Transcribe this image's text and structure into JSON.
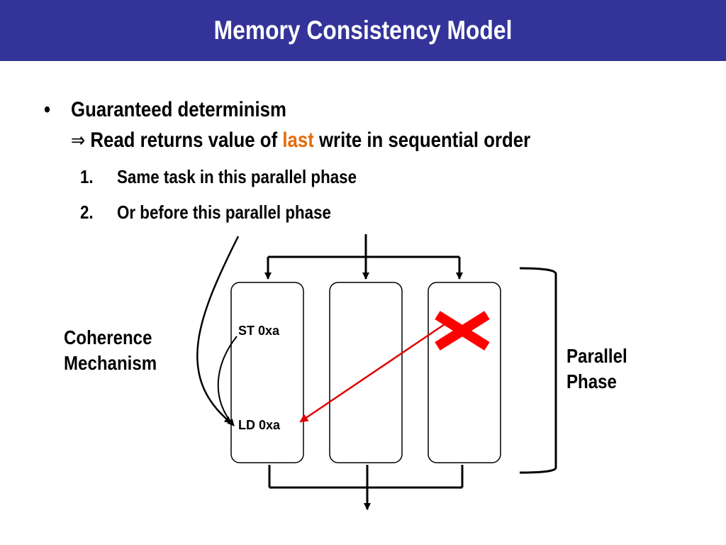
{
  "slide": {
    "title": "Memory Consistency Model",
    "bullet": {
      "marker": "•",
      "heading": "Guaranteed determinism",
      "implication": {
        "arrow": "⇒",
        "before": " Read returns value of ",
        "highlight": "last",
        "after": " write in sequential order"
      },
      "items": [
        {
          "number": "1.",
          "text": "Same task in this parallel phase"
        },
        {
          "number": "2.",
          "text": "Or before this parallel phase"
        }
      ]
    }
  },
  "diagram": {
    "left_label": "Coherence Mechanism",
    "left_label_lines": [
      "Coherence",
      "Mechanism"
    ],
    "right_label_lines": [
      "Parallel",
      "Phase"
    ],
    "task1": {
      "store": "ST 0xa",
      "load": "LD 0xa"
    },
    "task3": {
      "crossed_out": true
    },
    "colors": {
      "title_bar": "#333399",
      "highlight": "#e46c0a",
      "cross": "#ff0000",
      "remote_arrow": "#e00000"
    }
  }
}
